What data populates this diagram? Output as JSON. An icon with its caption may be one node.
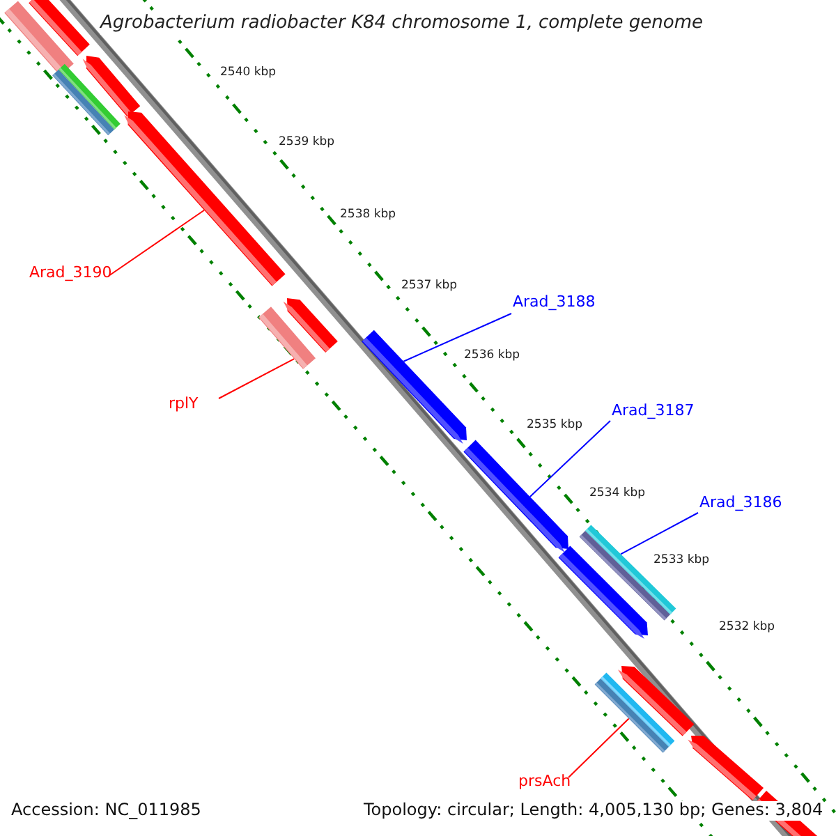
{
  "diagram": {
    "title": "Agrobacterium radiobacter K84 chromosome 1, complete genome",
    "nodes": [
      {
        "text": [
          "Arad_3190"
        ]
      },
      {
        "text": [],
        "shape": "bar"
      },
      {
        "text": [
          "rplY"
        ]
      },
      {
        "text": [],
        "shape": "bar"
      },
      {
        "text": [
          "Arad_3188"
        ]
      },
      {
        "text": [],
        "shape": "bar"
      },
      {
        "text": [
          "Arad_3187"
        ]
      },
      {
        "text": [],
        "shape": "bar"
      },
      {
        "text": [
          "Arad_3186"
        ]
      },
      {
        "text": [],
        "shape": "bar"
      },
      {
        "text": [
          "prsAch"
        ]
      },
      {
        "text": [],
        "shape": "bar"
      }
    ],
    "edges": [
      {
        "from": 0,
        "to": 1,
        "arrow": "none"
      },
      {
        "from": 2,
        "to": 3,
        "arrow": "none"
      },
      {
        "from": 4,
        "to": 5,
        "arrow": "none",
        "color": "#0000ff"
      },
      {
        "from": 6,
        "to": 7,
        "arrow": "none",
        "color": "#0000ff"
      },
      {
        "from": 8,
        "to": 9,
        "arrow": "none",
        "color": "#0000ff"
      },
      {
        "from": 10,
        "to": 11,
        "arrow": "none"
      }
    ],
    "labels": [
      "2540 kbp",
      "2539 kbp",
      "2538 kbp",
      "2537 kbp",
      "2536 kbp",
      "2535 kbp",
      "2534 kbp",
      "2533 kbp",
      "2532 kbp",
      "Accession: NC_011985",
      "Topology: circular; Length: 4,005,130 bp; Genes: 3,804"
    ]
  }
}
